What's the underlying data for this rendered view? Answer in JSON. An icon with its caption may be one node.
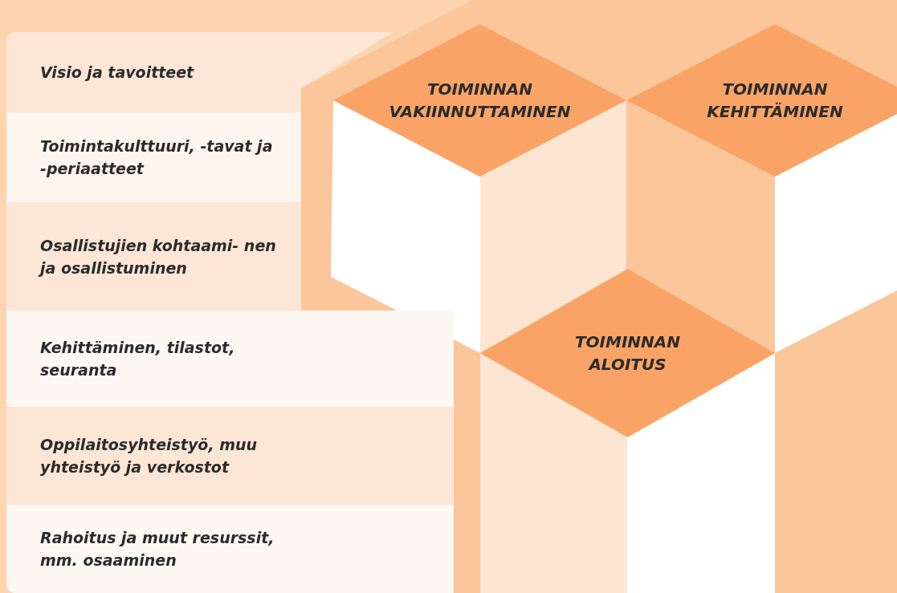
{
  "diagram": {
    "nodes": [
      {
        "text": [
          "Visio ja tavoitteet"
        ]
      },
      {
        "text": [
          "Toimintakulttuuri, -tavat ja -periaatteet"
        ]
      },
      {
        "text": [
          "Osallistujien kohtaami- nen ja osallistuminen"
        ]
      },
      {
        "text": [
          "Kehittäminen, tilastot, seuranta"
        ]
      },
      {
        "text": [
          "Oppilaitosyhteistyö, muu yhteistyö ja verkostot"
        ]
      },
      {
        "text": [
          "Rahoitus ja muut resurssit, mm. osaaminen"
        ]
      },
      {
        "text": [
          "TOIMINNAN VAKIINNUTTAMINEN"
        ]
      },
      {
        "text": [
          "TOIMINNAN KEHITTÄMINEN"
        ]
      },
      {
        "text": [
          "TOIMINNAN ALOITUS"
        ]
      }
    ]
  }
}
